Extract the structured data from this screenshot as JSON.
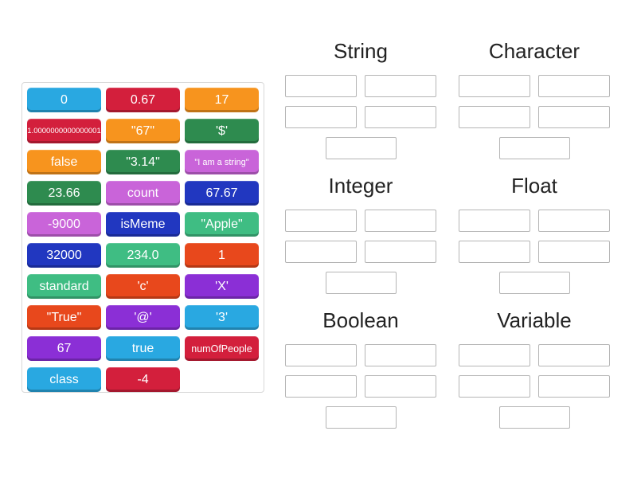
{
  "tray": {
    "tiles": [
      {
        "label": "0",
        "color": "#29a8e1"
      },
      {
        "label": "0.67",
        "color": "#d31f3c"
      },
      {
        "label": "17",
        "color": "#f7941e"
      },
      {
        "label": "1.0000000000000001",
        "color": "#d31f3c"
      },
      {
        "label": "\"67\"",
        "color": "#f7941e"
      },
      {
        "label": "'$'",
        "color": "#2e8b4f"
      },
      {
        "label": "false",
        "color": "#f7941e"
      },
      {
        "label": "\"3.14\"",
        "color": "#2e8b4f"
      },
      {
        "label": "\"I am a string\"",
        "color": "#c964d9"
      },
      {
        "label": "23.66",
        "color": "#2e8b4f"
      },
      {
        "label": "count",
        "color": "#c964d9"
      },
      {
        "label": "67.67",
        "color": "#2137c0"
      },
      {
        "label": "-9000",
        "color": "#c964d9"
      },
      {
        "label": "isMeme",
        "color": "#2137c0"
      },
      {
        "label": "\"Apple\"",
        "color": "#3fbd83"
      },
      {
        "label": "32000",
        "color": "#2137c0"
      },
      {
        "label": "234.0",
        "color": "#3fbd83"
      },
      {
        "label": "1",
        "color": "#e8481c"
      },
      {
        "label": "standard",
        "color": "#3fbd83"
      },
      {
        "label": "'c'",
        "color": "#e8481c"
      },
      {
        "label": "'X'",
        "color": "#8b2fd6"
      },
      {
        "label": "\"True\"",
        "color": "#e8481c"
      },
      {
        "label": "'@'",
        "color": "#8b2fd6"
      },
      {
        "label": "'3'",
        "color": "#29a8e1"
      },
      {
        "label": "67",
        "color": "#8b2fd6"
      },
      {
        "label": "true",
        "color": "#29a8e1"
      },
      {
        "label": "numOfPeople",
        "color": "#d31f3c"
      },
      {
        "label": "class",
        "color": "#29a8e1"
      },
      {
        "label": "-4",
        "color": "#d31f3c"
      }
    ]
  },
  "groups": [
    {
      "label": "String",
      "paired_slots": 4,
      "single_slot": true
    },
    {
      "label": "Character",
      "paired_slots": 4,
      "single_slot": true
    },
    {
      "label": "Integer",
      "paired_slots": 4,
      "single_slot": true
    },
    {
      "label": "Float",
      "paired_slots": 4,
      "single_slot": true
    },
    {
      "label": "Boolean",
      "paired_slots": 4,
      "single_slot": true
    },
    {
      "label": "Variable",
      "paired_slots": 4,
      "single_slot": true
    }
  ],
  "ui": {
    "slot_border_color": "#b5b5b5",
    "tray_border_color": "#d8d8d8",
    "header_text_color": "#222222"
  }
}
